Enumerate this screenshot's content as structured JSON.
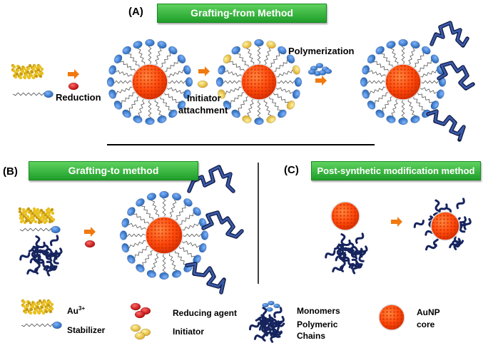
{
  "panelA": {
    "letter": "(A)",
    "title": "Grafting-from Method",
    "labels": {
      "reduction": "Reduction",
      "initiator_line1": "Initiator",
      "initiator_line2": "attachment",
      "polymerization": "Polymerization"
    }
  },
  "panelB": {
    "letter": "(B)",
    "title": "Grafting-to method"
  },
  "panelC": {
    "letter": "(C)",
    "title": "Post-synthetic modification method"
  },
  "legend": {
    "au": "Au",
    "au_sup": "3+",
    "stabilizer": "Stabilizer",
    "reducing_agent": "Reducing agent",
    "initiator": "Initiator",
    "monomers": "Monomers",
    "polymeric_line1": "Polymeric",
    "polymeric_line2": "Chains",
    "aunp_line1": "AuNP",
    "aunp_line2": "core"
  },
  "colors": {
    "banner": "#2aa836",
    "core": "#ff4b10",
    "stabilizer_head": "#2f79c8",
    "initiator": "#f0c23a",
    "reducing_agent": "#e01010",
    "arrow": "#f07a10",
    "polymer": "#1a2a66",
    "au_salt": "#e8c020"
  }
}
